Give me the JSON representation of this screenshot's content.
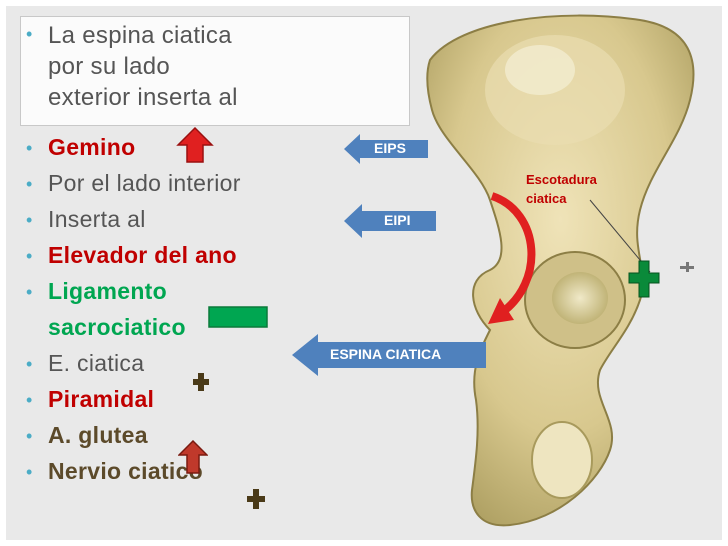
{
  "title": {
    "line1": "La espina ciatica",
    "line2": "por su lado",
    "line3": "exterior inserta al"
  },
  "bullets": [
    {
      "text": "Gemino",
      "style": "red"
    },
    {
      "text": "Por el lado interior",
      "style": "plain"
    },
    {
      "text": "Inserta al",
      "style": "plain"
    },
    {
      "text": "Elevador del ano",
      "style": "red"
    },
    {
      "text": "Ligamento",
      "style": "green"
    },
    {
      "text": "sacrociatico",
      "style": "green"
    },
    {
      "text": "E. ciatica",
      "style": "plain"
    },
    {
      "text": "Piramidal",
      "style": "red"
    },
    {
      "text": "A. glutea",
      "style": "brown"
    },
    {
      "text": "Nervio ciatico",
      "style": "brown"
    }
  ],
  "labels": {
    "eips": "EIPS",
    "eipi": "EIPI",
    "espina": "ESPINA CIATICA",
    "esco1": "Escotadura",
    "esco2": "ciatica"
  },
  "icons": [
    "up-arrow-icon",
    "green-bar-icon",
    "plus-icon",
    "blue-left-arrow-icon",
    "red-curved-arrow-icon"
  ],
  "colors": {
    "bullet": "#4bacc6",
    "red": "#c00000",
    "green": "#00a651",
    "blue": "#4f81bd",
    "arrow_red": "#e02020"
  }
}
